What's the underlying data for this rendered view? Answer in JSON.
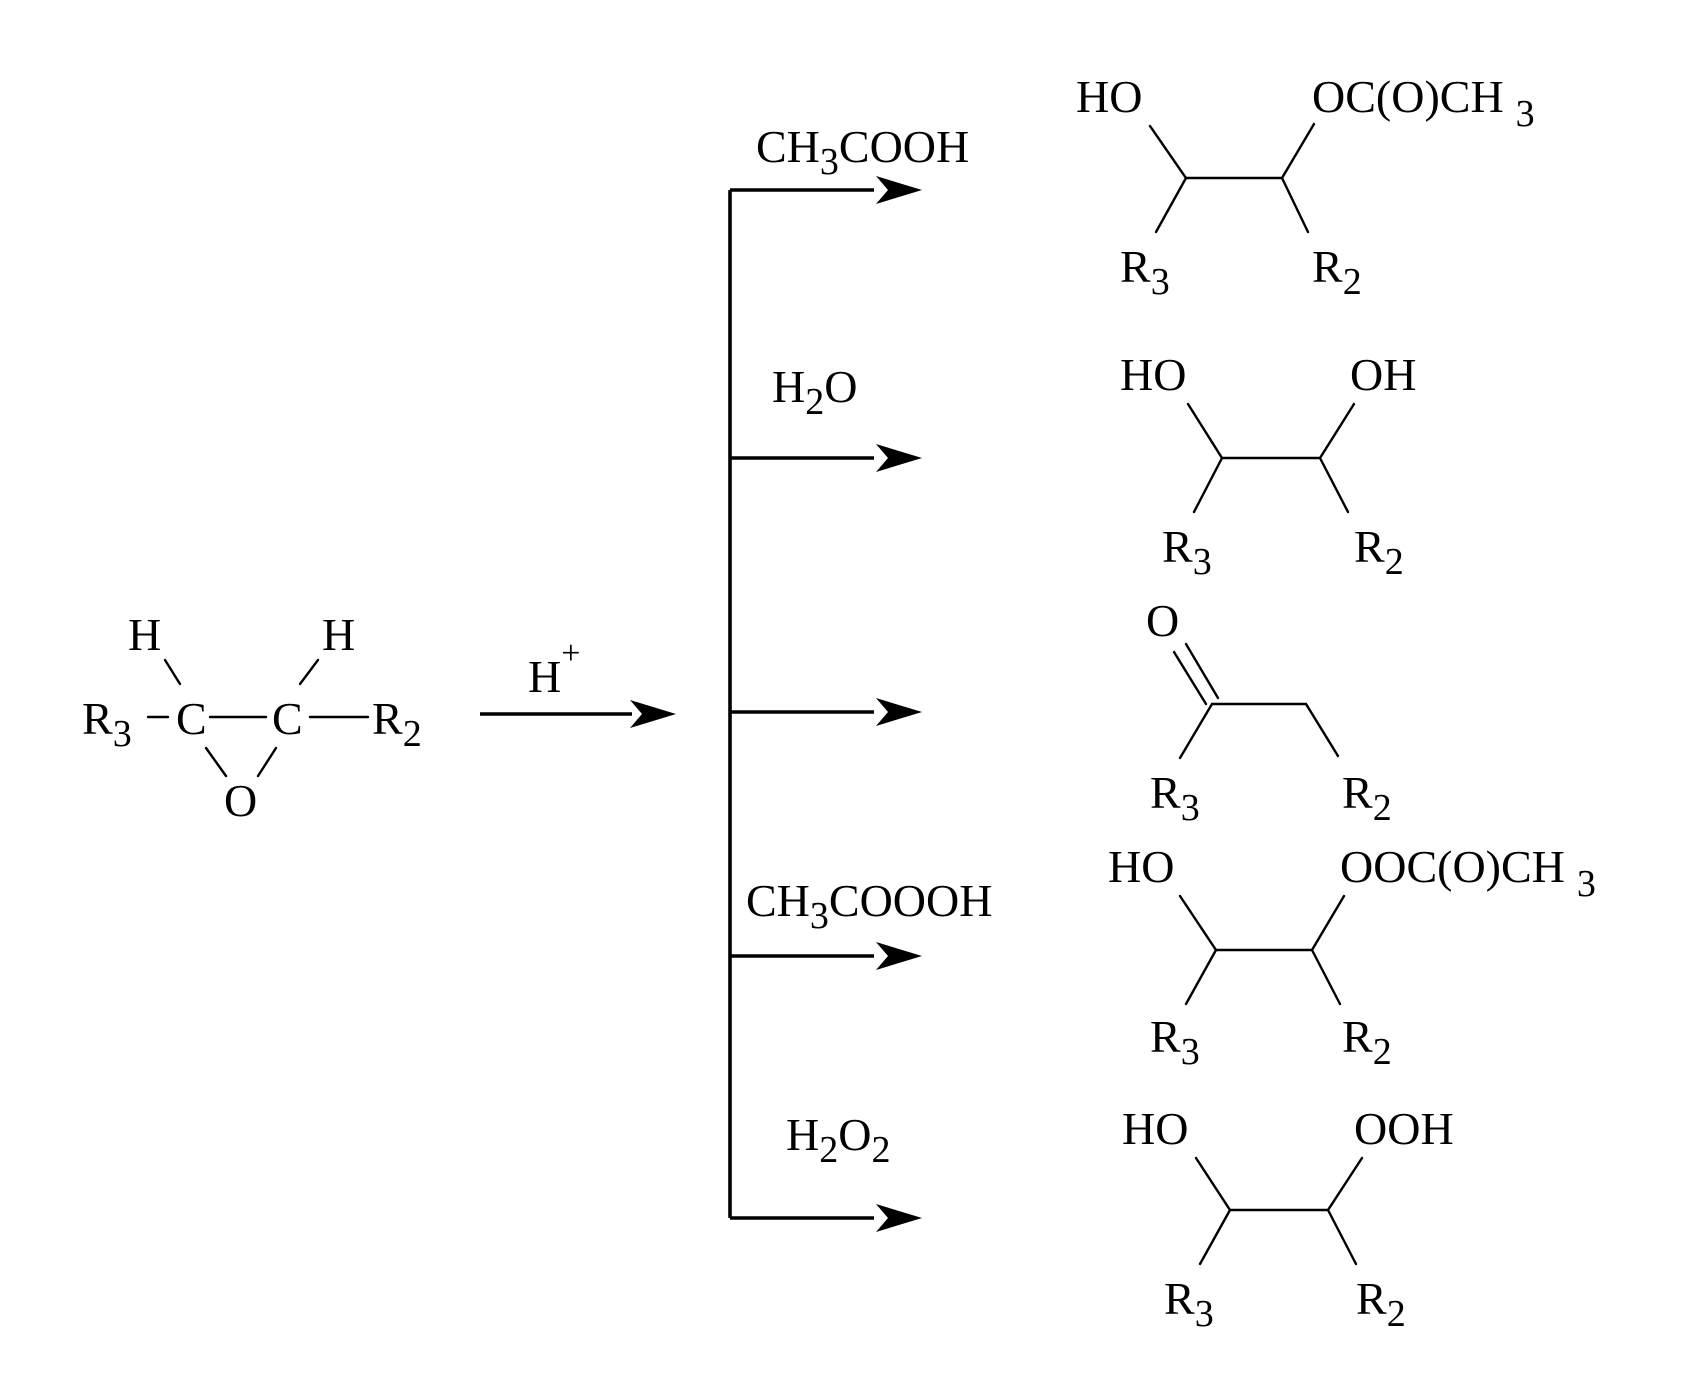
{
  "reactant": {
    "h_left": "H",
    "h_right": "H",
    "r_left": "R",
    "r_left_sub": "3",
    "c_left": "C",
    "c_right": "C",
    "r_right": "R",
    "r_right_sub": "2",
    "o": "O"
  },
  "catalyst": {
    "label": "H",
    "sup": "+"
  },
  "reagents": [
    {
      "a": "CH",
      "sub": "3",
      "b": "COOH"
    },
    {
      "a": "H",
      "sub": "2",
      "b": "O"
    },
    {
      "a": "",
      "sub": "",
      "b": ""
    },
    {
      "a": "CH",
      "sub": "3",
      "b": "COOOH"
    },
    {
      "a": "H",
      "sub": "2",
      "b": "O",
      "sub2": "2"
    }
  ],
  "products": [
    {
      "top_left": "HO",
      "top_right": "OC(O)CH",
      "top_right_sub": "3",
      "r_left": "R",
      "r_left_sub": "3",
      "r_right": "R",
      "r_right_sub": "2"
    },
    {
      "top_left": "HO",
      "top_right": "OH",
      "r_left": "R",
      "r_left_sub": "3",
      "r_right": "R",
      "r_right_sub": "2"
    },
    {
      "top_left": "O",
      "r_left": "R",
      "r_left_sub": "3",
      "r_right": "R",
      "r_right_sub": "2"
    },
    {
      "top_left": "HO",
      "top_right": "OOC(O)CH",
      "top_right_sub": "3",
      "r_left": "R",
      "r_left_sub": "3",
      "r_right": "R",
      "r_right_sub": "2"
    },
    {
      "top_left": "HO",
      "top_right": "OOH",
      "r_left": "R",
      "r_left_sub": "3",
      "r_right": "R",
      "r_right_sub": "2"
    }
  ]
}
